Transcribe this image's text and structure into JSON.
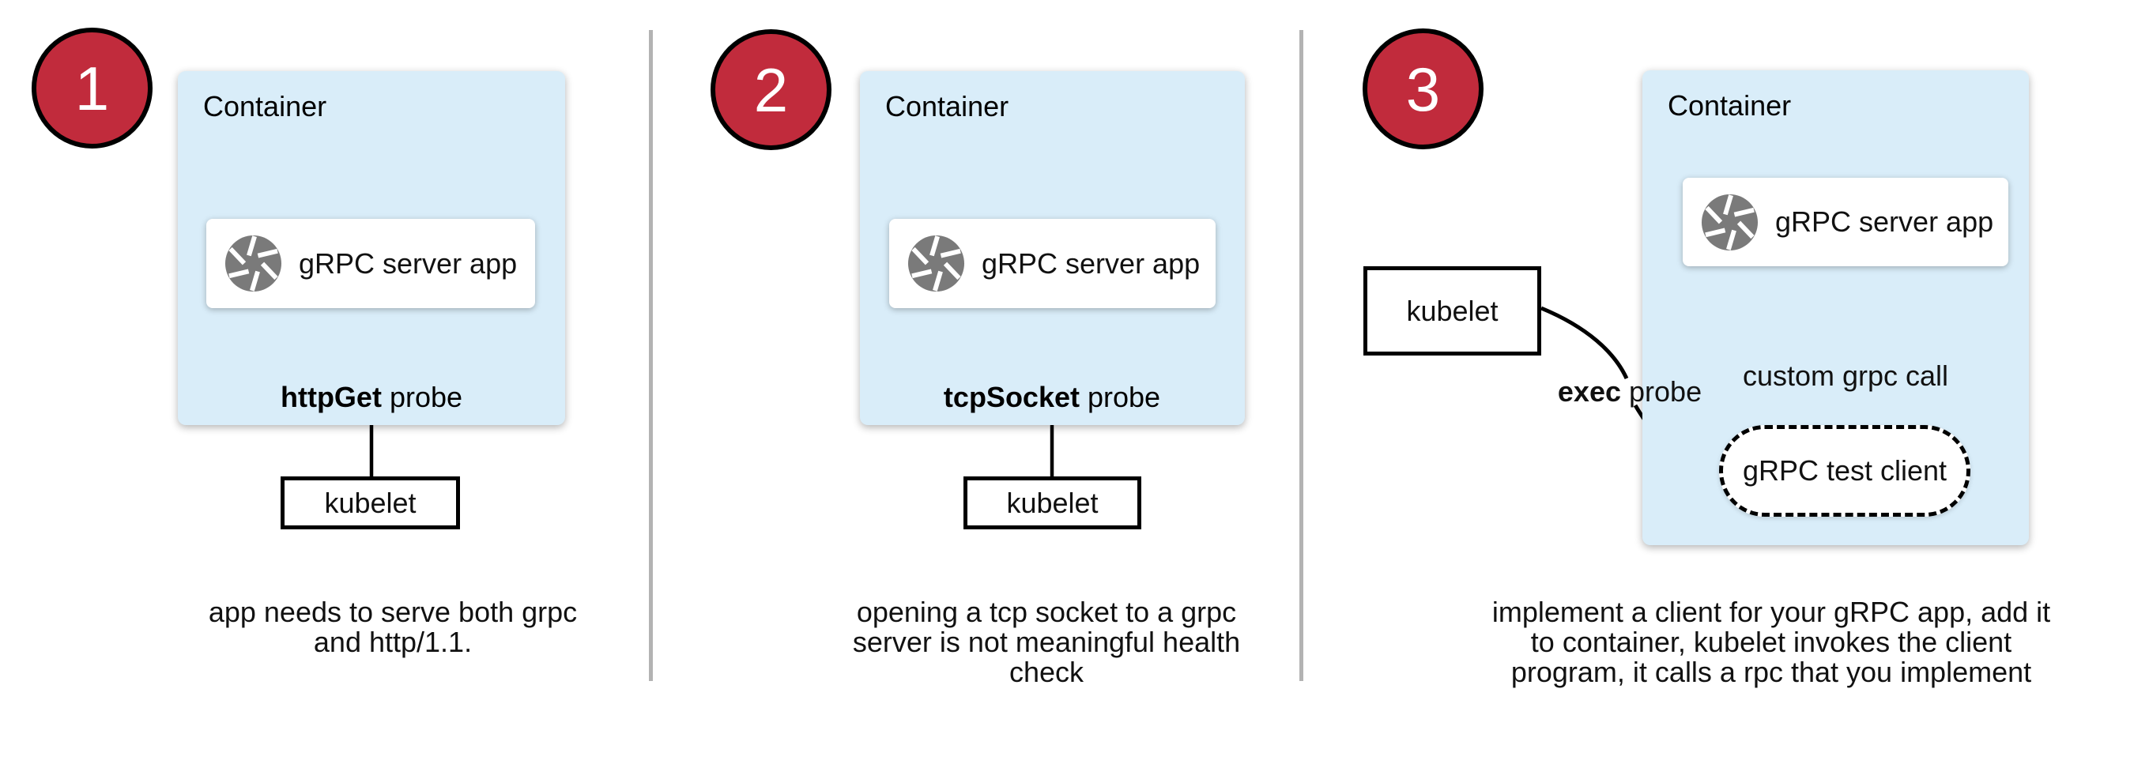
{
  "icons": {
    "app_icon": "aperture-icon"
  },
  "colors": {
    "container_fill": "#d9edf9",
    "badge_fill": "#c12b3c",
    "icon_gray": "#7a7a7a",
    "divider": "#b3b3b3"
  },
  "panels": [
    {
      "number": "1",
      "container_label": "Container",
      "app_label": "gRPC server app",
      "probe_bold": "httpGet",
      "probe_rest": " probe",
      "kubelet_label": "kubelet",
      "caption_lines": [
        "app needs to serve both grpc",
        "and http/1.1."
      ]
    },
    {
      "number": "2",
      "container_label": "Container",
      "app_label": "gRPC server app",
      "probe_bold": "tcpSocket",
      "probe_rest": " probe",
      "kubelet_label": "kubelet",
      "caption_lines": [
        "opening a tcp socket to a grpc",
        "server is not meaningful health",
        "check"
      ]
    },
    {
      "number": "3",
      "container_label": "Container",
      "app_label": "gRPC server app",
      "probe_bold": "exec",
      "probe_rest": " probe",
      "kubelet_label": "kubelet",
      "test_client_label": "gRPC test client",
      "call_label": "custom grpc call",
      "caption_lines": [
        "implement a client for your gRPC app, add it",
        "to container, kubelet invokes the client",
        "program, it calls a rpc that you implement"
      ]
    }
  ]
}
